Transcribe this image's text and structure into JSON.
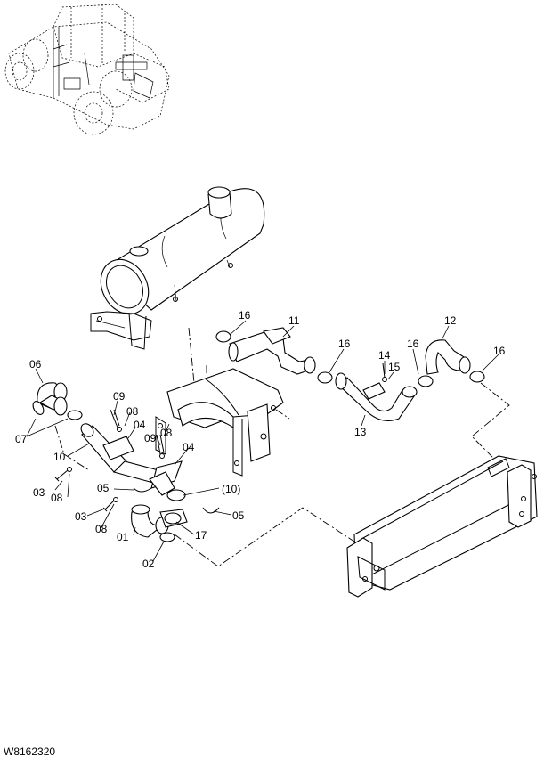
{
  "drawing_id": "W8162320",
  "part_labels": {
    "p06": "06",
    "p07": "07",
    "p10": "10",
    "p09a": "09",
    "p08a": "08",
    "p04a": "04",
    "p09b": "09",
    "p08b": "08",
    "p04b": "04",
    "p03a": "03",
    "p08c": "08",
    "p05a": "05",
    "p10ref": "(10)",
    "p05b": "05",
    "p03b": "03",
    "p08d": "08",
    "p01": "01",
    "p17": "17",
    "p02": "02",
    "p16a": "16",
    "p11": "11",
    "p16b": "16",
    "p14": "14",
    "p15": "15",
    "p13": "13",
    "p16c": "16",
    "p12": "12",
    "p16d": "16"
  }
}
